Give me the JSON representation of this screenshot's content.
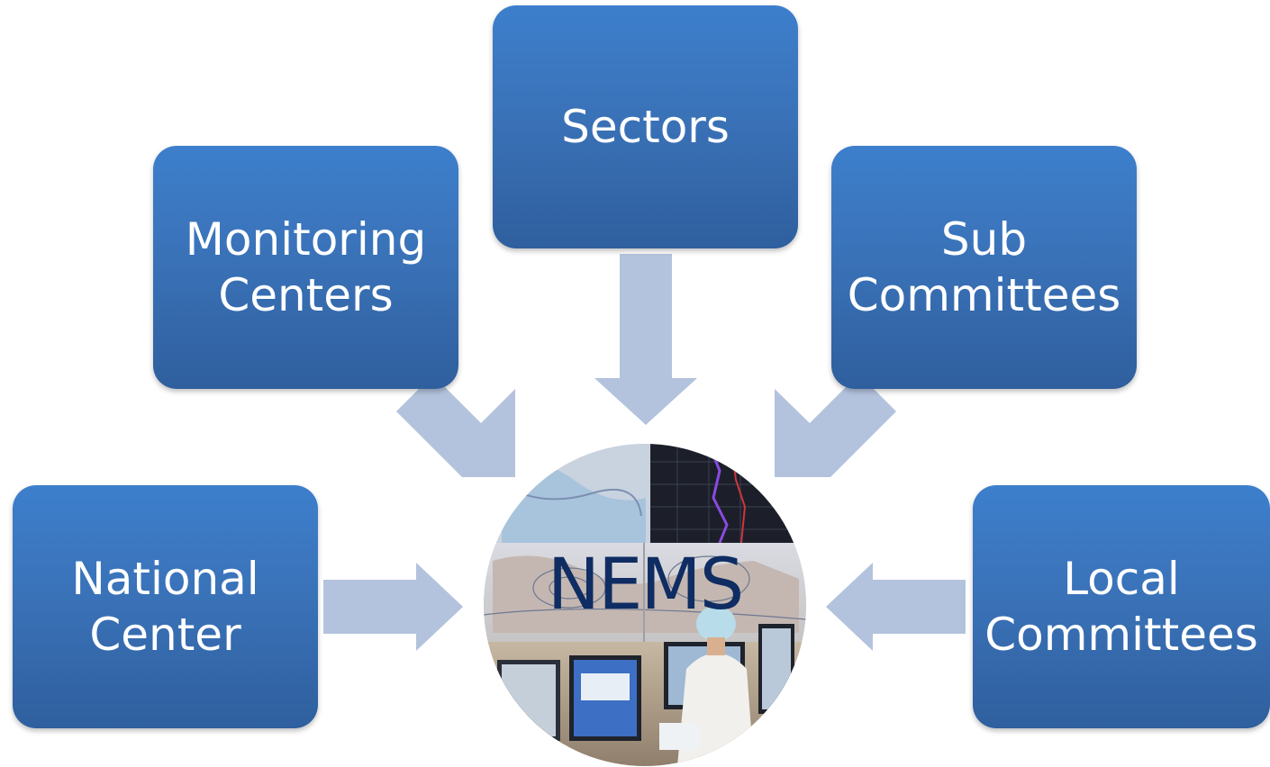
{
  "diagram": {
    "center": {
      "label": "NEMS"
    },
    "nodes": {
      "sectors": {
        "lines": [
          "Sectors"
        ]
      },
      "monitoring_centers": {
        "lines": [
          "Monitoring",
          "Centers"
        ]
      },
      "sub_committees": {
        "lines": [
          "Sub",
          "Committees"
        ]
      },
      "national_center": {
        "lines": [
          "National",
          "Center"
        ]
      },
      "local_committees": {
        "lines": [
          "Local",
          "Committees"
        ]
      }
    },
    "colors": {
      "box_top": "#3d7fcc",
      "box_bottom": "#2f5f9e",
      "arrow": "#b3c3dd",
      "center_text": "#0f2d63"
    }
  }
}
